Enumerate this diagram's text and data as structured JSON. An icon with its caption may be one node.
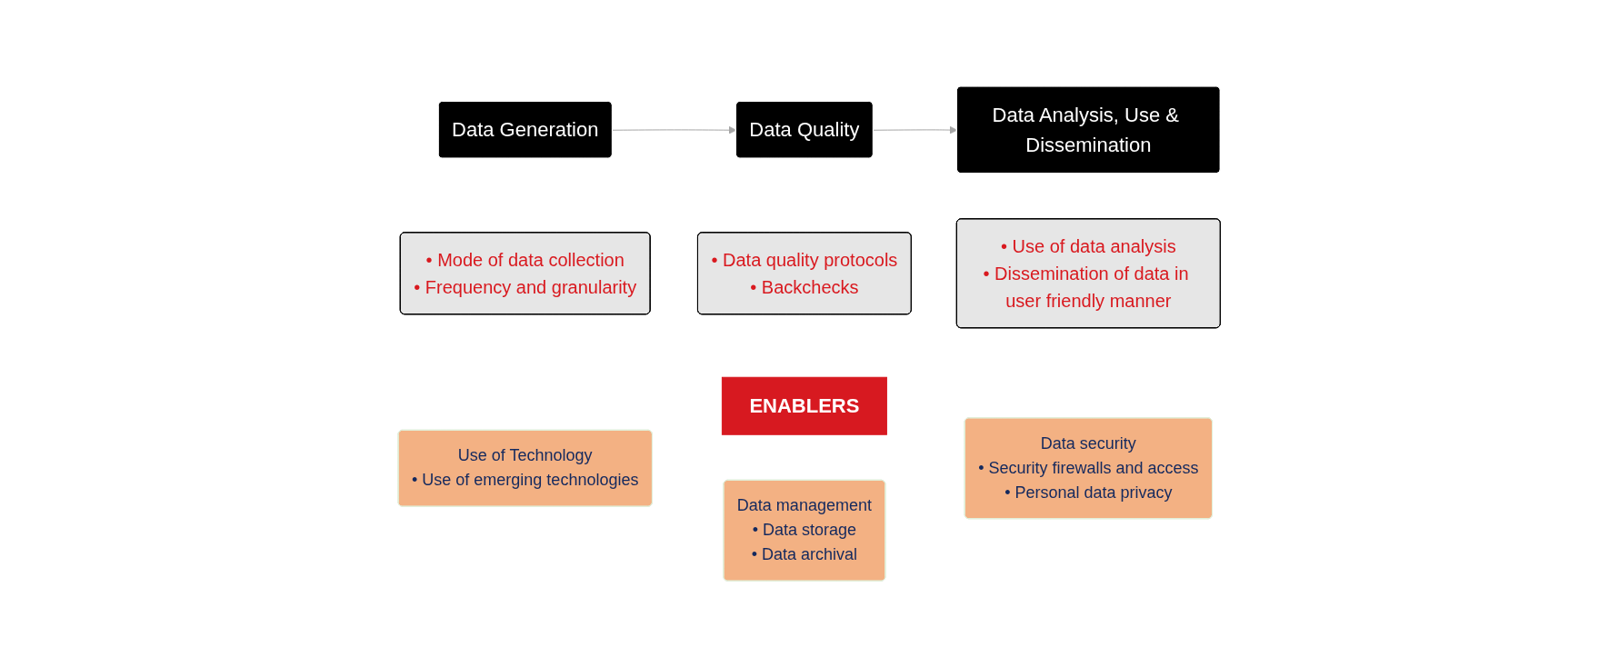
{
  "diagram": {
    "nodes": [
      {
        "text": [
          "Data Generation"
        ]
      },
      {
        "text": [
          "• Mode of data collection",
          "• Frequency and granularity"
        ]
      },
      {
        "text": [
          "Data Quality"
        ]
      },
      {
        "text": [
          "• Data quality protocols",
          "• Backchecks"
        ]
      },
      {
        "text": [
          "Data Analysis, Use & Dissemination"
        ]
      },
      {
        "text": [
          "• Use of data analysis",
          "• Dissemination of data in user friendly manner"
        ]
      },
      {
        "text": [
          "ENABLERS"
        ]
      },
      {
        "text": [
          "Use of Technology",
          "• Use of emerging technologies"
        ]
      },
      {
        "text": [
          "Data management",
          "• Data storage",
          "• Data archival"
        ]
      },
      {
        "text": [
          "Data security",
          "• Security firewalls and access",
          "• Personal data privacy"
        ]
      }
    ],
    "edges": [
      {
        "from": 0,
        "to": 2,
        "arrow": "to"
      },
      {
        "from": 2,
        "to": 4,
        "arrow": "to"
      }
    ]
  }
}
